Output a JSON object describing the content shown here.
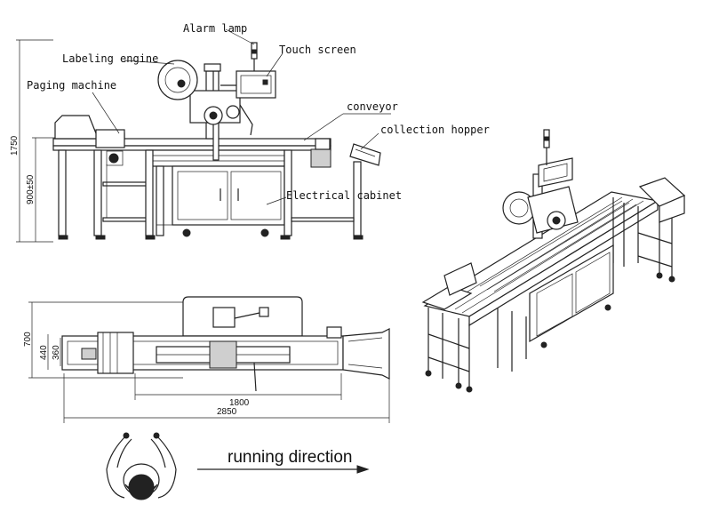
{
  "labels": {
    "alarm_lamp": "Alarm lamp",
    "touch_screen": "Touch screen",
    "labeling_engine": "Labeling engine",
    "paging_machine": "Paging machine",
    "conveyor": "conveyor",
    "collection_hopper": "collection hopper",
    "electrical_cabinet": "Electrical cabinet"
  },
  "dimensions": {
    "overall_height": "1750",
    "table_height": "900±50",
    "width_700": "700",
    "width_440": "440",
    "width_360": "360",
    "length_1800": "1800",
    "length_2850": "2850"
  },
  "direction": {
    "text": "running direction"
  }
}
